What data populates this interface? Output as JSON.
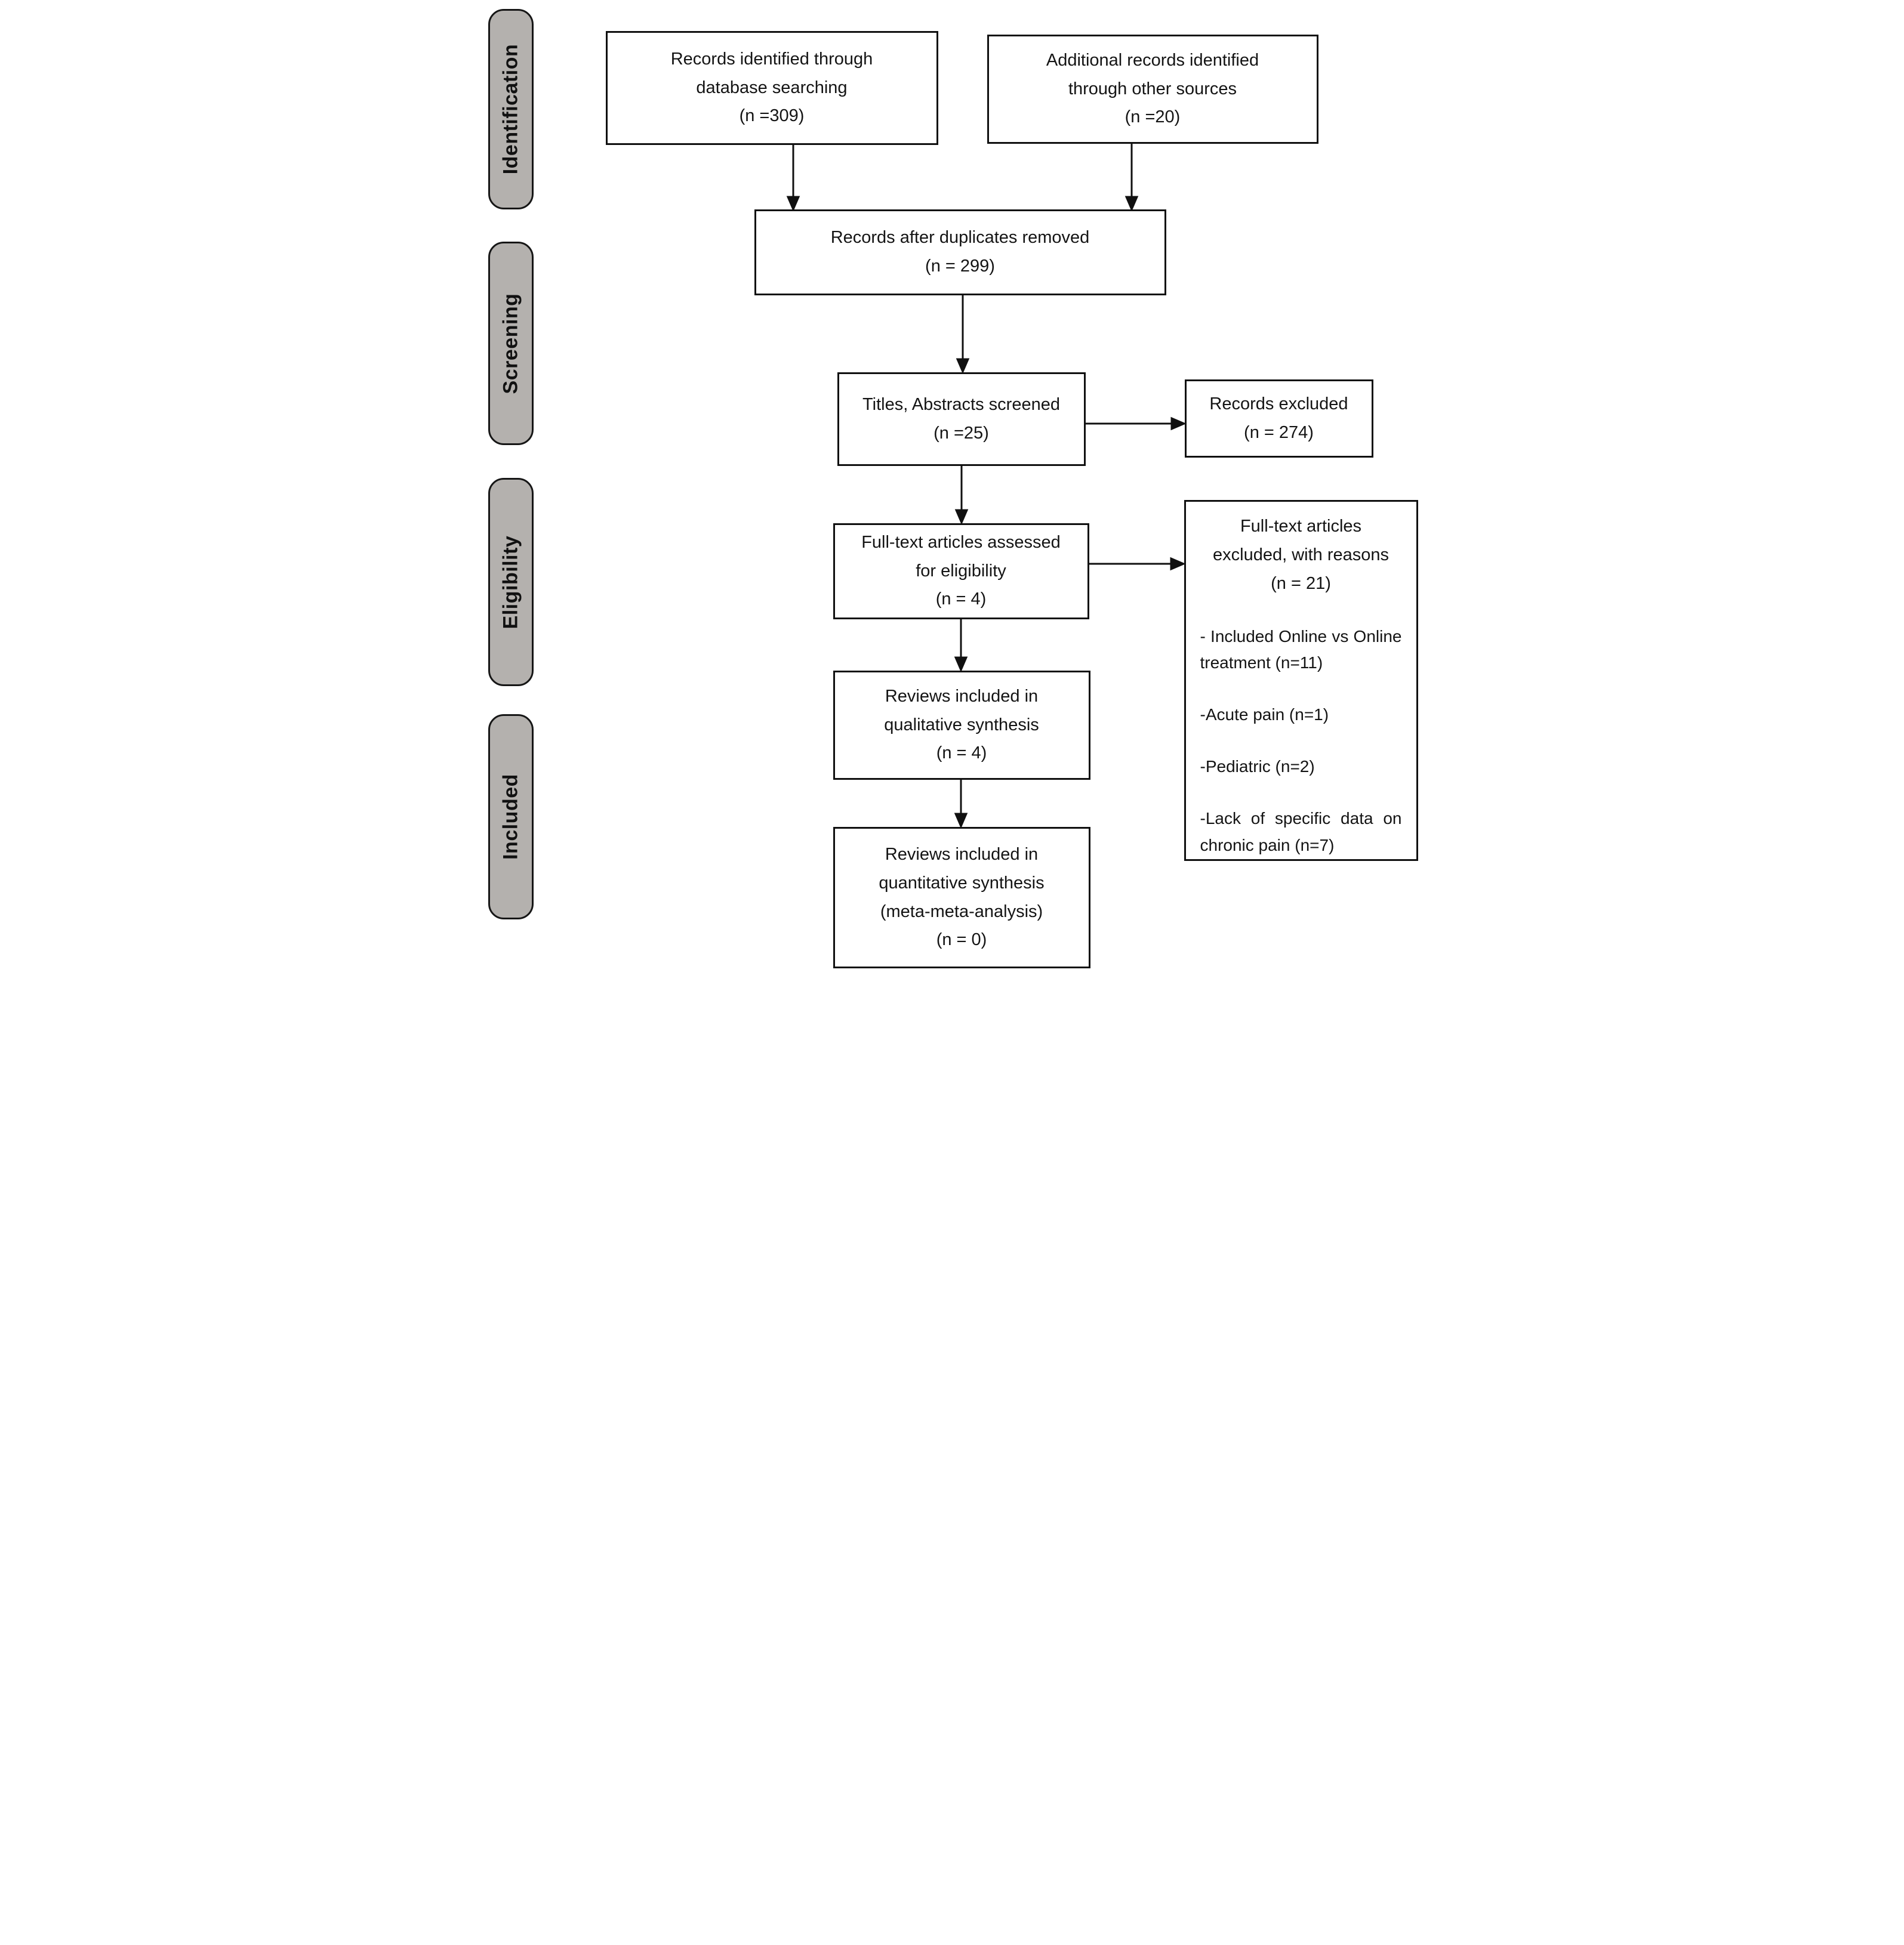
{
  "figure": {
    "type": "prisma-flow-diagram",
    "stage_pill_color": "#b4b1ae",
    "line_color": "#101010"
  },
  "sidebar": {
    "items": [
      {
        "label": "Identification"
      },
      {
        "label": "Screening"
      },
      {
        "label": "Eligibility"
      },
      {
        "label": "Included"
      }
    ]
  },
  "boxes": {
    "records_identified": {
      "lines": [
        "Records identified through",
        "database searching",
        "(n =309)"
      ]
    },
    "additional_records": {
      "lines": [
        "Additional records identified",
        "through other sources",
        "(n =20)"
      ]
    },
    "duplicates_removed": {
      "lines": [
        "Records after duplicates removed",
        "(n = 299)"
      ]
    },
    "titles_screened": {
      "lines": [
        "Titles, Abstracts screened",
        "(n =25)"
      ]
    },
    "records_excluded": {
      "lines": [
        "Records excluded",
        "(n = 274)"
      ]
    },
    "fulltext_assessed": {
      "lines": [
        "Full-text articles assessed",
        "for eligibility",
        "(n = 4)"
      ]
    },
    "fulltext_excluded": {
      "lines": [
        "Full-text articles",
        "excluded, with reasons",
        "(n = 21)"
      ],
      "reasons": [
        "- Included Online vs Online treatment (n=11)",
        "-Acute pain (n=1)",
        "-Pediatric (n=2)",
        "-Lack of specific data on chronic pain (n=7)"
      ]
    },
    "qualitative_synthesis": {
      "lines": [
        "Reviews included in",
        "qualitative synthesis",
        "(n = 4)"
      ]
    },
    "quantitative_synthesis": {
      "lines": [
        "Reviews included in",
        "quantitative synthesis",
        "(meta-meta-analysis)",
        "(n = 0)"
      ]
    }
  }
}
